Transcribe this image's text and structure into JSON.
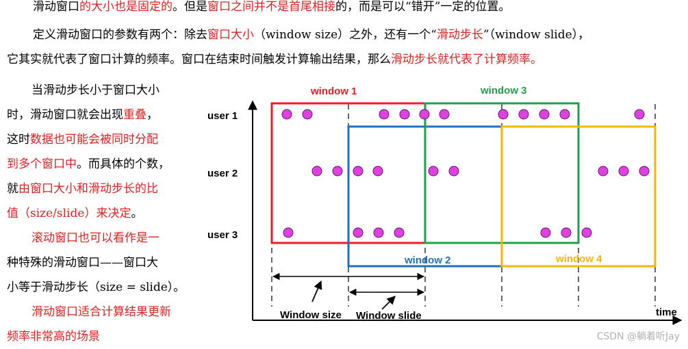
{
  "top": {
    "line1": {
      "a": "滑动窗口",
      "b": "的大小也是固定的",
      "c": "。但是",
      "d": "窗口之间并不是首尾相接",
      "e": "的，而是可以“错开”一定的位置。"
    },
    "line2": {
      "a": "定义滑动窗口的参数有两个：除去",
      "b": "窗口大小",
      "c": "（window size）之外，还有一个“",
      "d": "滑动步长",
      "e": "”（window slide），"
    },
    "line3": {
      "a": "它其实就代表了窗口计算的频率。窗口在结束时间触发计算输出结果，那么",
      "b": "滑动步长就代表了计算频率。"
    }
  },
  "left": {
    "p1": {
      "a": "当滑动步长小于窗口大小",
      "b": "时，滑动窗口就会出现",
      "c": "重叠",
      "d": "，",
      "e": "这时",
      "f": "数据也可能会被同时分配",
      "g": "到多个窗口中",
      "h": "。而具体的个数，",
      "i": "就",
      "j": "由窗口大小和滑动步长的比",
      "k": "值",
      "l": "（size/slide）来决定",
      "m": "。"
    },
    "p2": {
      "a": "滚动窗口也可以看作是一",
      "b": "种特殊的滑动窗口——窗口大",
      "c": "小等于滑动步长（size = slide）。"
    },
    "p3": {
      "a": "滑动窗口适合计算结果更新",
      "b": "频率非常高的场景"
    }
  },
  "diagram": {
    "users": [
      "user 1",
      "user 2",
      "user 3"
    ],
    "windows": [
      {
        "name": "window 1",
        "color": "#ee1c24"
      },
      {
        "name": "window 2",
        "color": "#1f6fc0"
      },
      {
        "name": "window 3",
        "color": "#1ea04a"
      },
      {
        "name": "window 4",
        "color": "#f5b800"
      }
    ],
    "size_label": "Window size",
    "slide_label": "Window slide",
    "axis_label": "time",
    "dot_color": "#e040e0"
  },
  "watermark": "CSDN @躺着听Jay"
}
